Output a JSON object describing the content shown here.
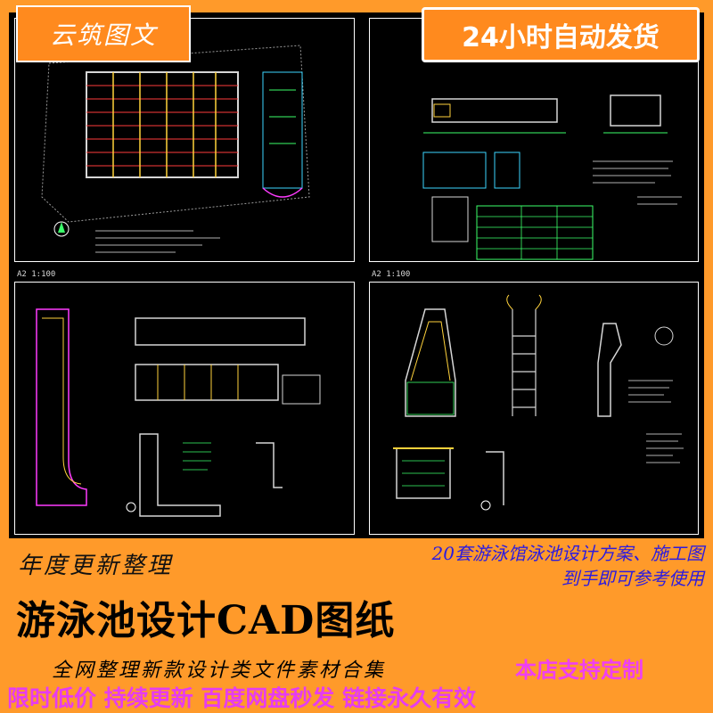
{
  "brand": {
    "name": "云筑图文"
  },
  "delivery_badge": {
    "label": "24小时自动发货"
  },
  "sheets": {
    "top_left_tag": "",
    "bottom_left_tag": "A2  1:100",
    "bottom_right_tag": "A2  1:100"
  },
  "texts": {
    "annual_update": "年度更新整理",
    "sets_line1": "20套游泳馆泳池设计方案、施工图",
    "sets_line2": "到手即可参考使用",
    "main_title": "游泳池设计CAD图纸",
    "collection": "全网整理新款设计类文件素材合集",
    "custom": "本店支持定制",
    "promo": "限时低价 持续更新 百度网盘秒发 链接永久有效"
  },
  "colors": {
    "background": "#ff9a2a",
    "cad_background": "#000000",
    "sets_text": "#2b1be0",
    "promo_text": "#e63cf0",
    "badge": "#ff8a1e"
  }
}
